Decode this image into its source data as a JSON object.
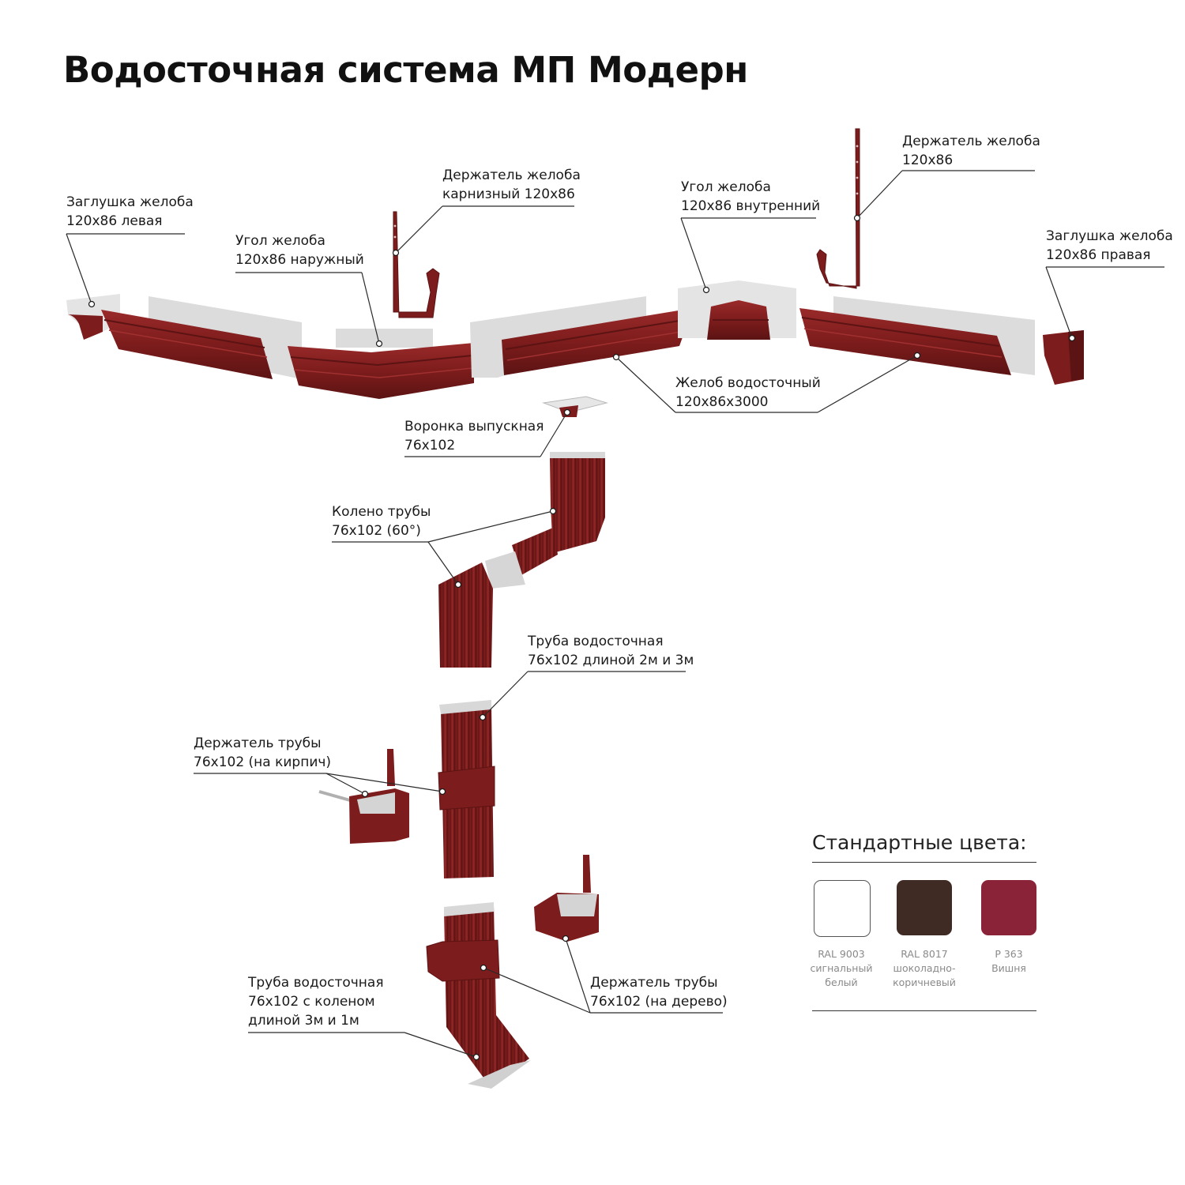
{
  "title": "Водосточная система МП Модерн",
  "labels": {
    "endcap_left": [
      "Заглушка желоба",
      "120x86 левая"
    ],
    "corner_outer": [
      "Угол желоба",
      "120x86 наружный"
    ],
    "bracket_fascia": [
      "Держатель желоба",
      "карнизный 120x86"
    ],
    "corner_inner": [
      "Угол желоба",
      "120x86 внутренний"
    ],
    "bracket_long": [
      "Держатель желоба",
      "120x86"
    ],
    "endcap_right": [
      "Заглушка желоба",
      "120x86 правая"
    ],
    "gutter": [
      "Желоб водосточный",
      "120x86x3000"
    ],
    "outlet": [
      "Воронка выпускная",
      "76x102"
    ],
    "elbow": [
      "Колено трубы",
      "76x102 (60°)"
    ],
    "pipe": [
      "Труба водосточная",
      "76x102 длиной 2м и 3м"
    ],
    "holder_brick": [
      "Держатель трубы",
      "76x102 (на кирпич)"
    ],
    "pipe_with_elbow": [
      "Труба водосточная",
      "76x102 с коленом",
      "длиной 3м и 1м"
    ],
    "holder_wood": [
      "Держатель трубы",
      "76x102 (на дерево)"
    ]
  },
  "colors_section": {
    "title": "Стандартные цвета:",
    "swatches": [
      {
        "hex": "#ffffff",
        "code": "RAL 9003",
        "name": [
          "сигнальный",
          "белый"
        ]
      },
      {
        "hex": "#3f2a24",
        "code": "RAL 8017",
        "name": [
          "шоколадно-",
          "коричневый"
        ]
      },
      {
        "hex": "#8a2238",
        "code": "Р 363",
        "name": [
          "Вишня"
        ]
      }
    ]
  },
  "product_colors": {
    "metal": "#7d1c1c",
    "metal_dark": "#5c1313",
    "metal_light": "#9a2a2a",
    "inner": "#e1e1e1"
  }
}
